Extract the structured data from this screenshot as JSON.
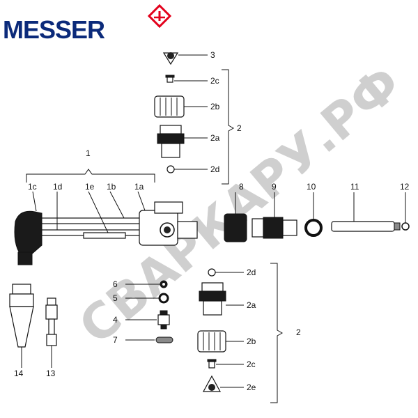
{
  "brand": {
    "name": "MESSER",
    "logo_color": "#e3001b",
    "text_color": "#0b2a7a"
  },
  "watermark": "СВАРКАРУ.РФ",
  "labels": {
    "p3": "3",
    "p2c_top": "2c",
    "p2b_top": "2b",
    "p2a_top": "2a",
    "p2d_top": "2d",
    "p2_top": "2",
    "p1": "1",
    "p1c": "1c",
    "p1d": "1d",
    "p1e": "1e",
    "p1b": "1b",
    "p1a": "1a",
    "p8": "8",
    "p9": "9",
    "p10": "10",
    "p11": "11",
    "p12": "12",
    "p6": "6",
    "p5": "5",
    "p4": "4",
    "p7": "7",
    "p14": "14",
    "p13": "13",
    "p2d_bot": "2d",
    "p2a_bot": "2a",
    "p2b_bot": "2b",
    "p2c_bot": "2c",
    "p2e_bot": "2e",
    "p2_bot": "2"
  }
}
